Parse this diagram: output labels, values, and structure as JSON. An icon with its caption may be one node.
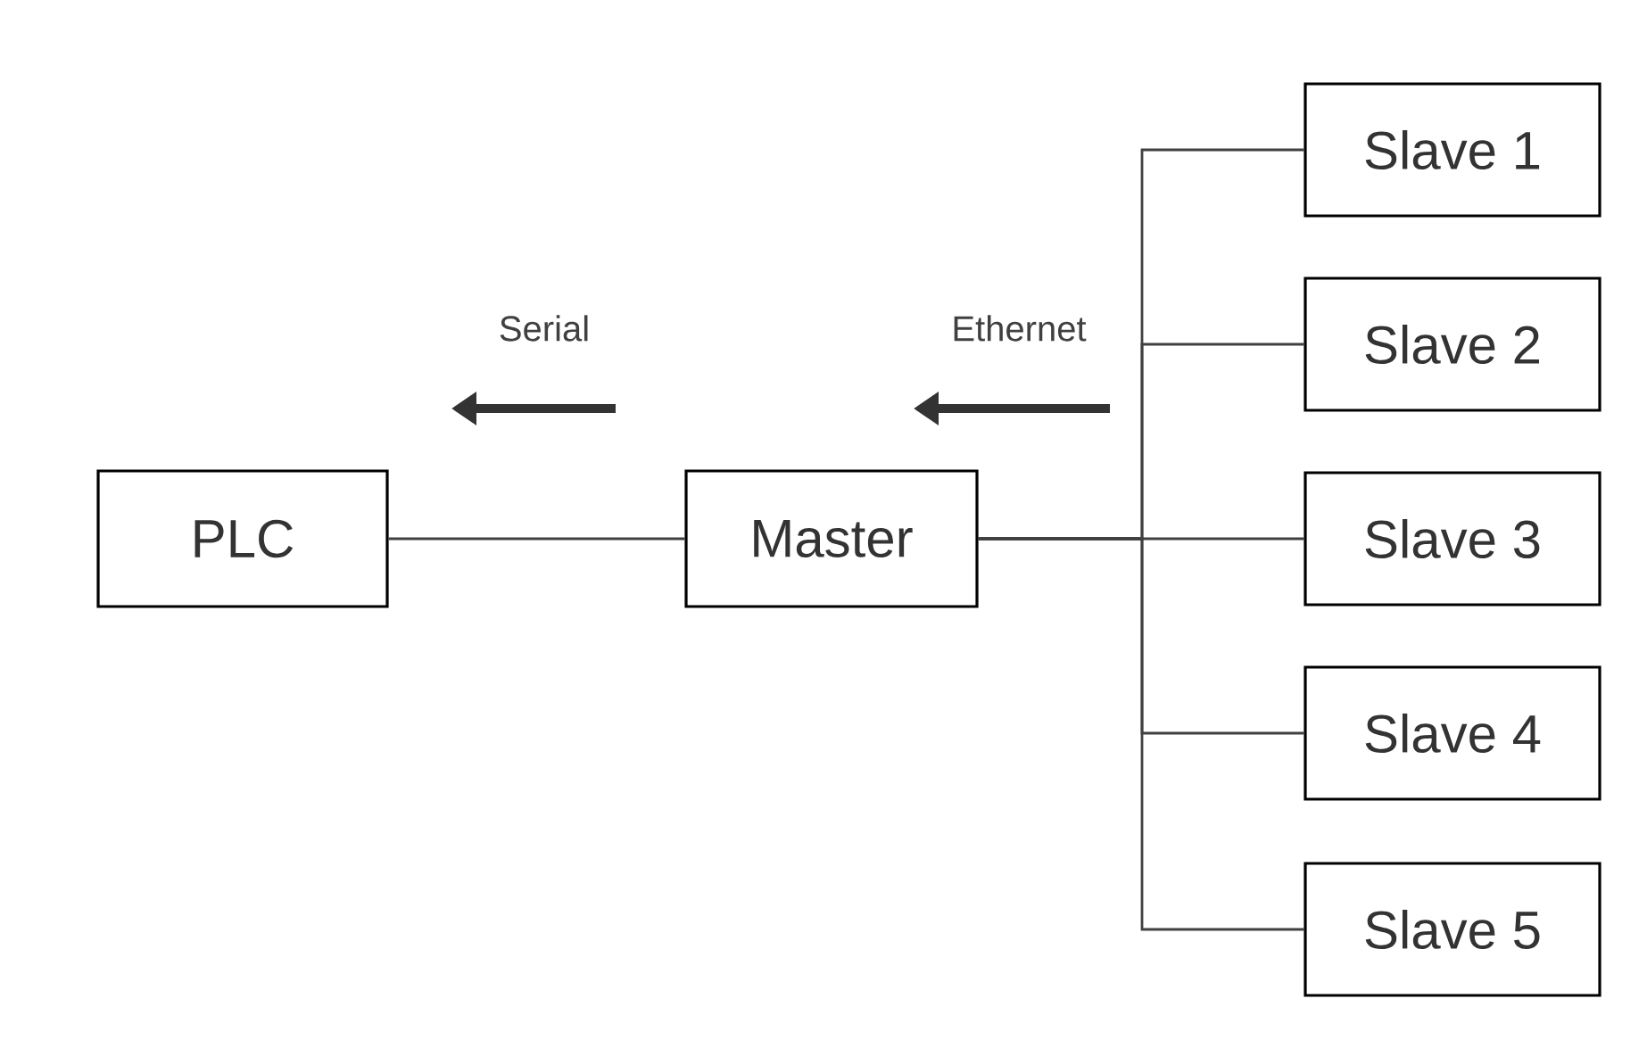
{
  "diagram": {
    "nodes": [
      {
        "text": [
          "PLC"
        ]
      },
      {
        "text": [
          "Master"
        ]
      },
      {
        "text": [
          "Slave 1"
        ]
      },
      {
        "text": [
          "Slave 2"
        ]
      },
      {
        "text": [
          "Slave 3"
        ]
      },
      {
        "text": [
          "Slave 4"
        ]
      },
      {
        "text": [
          "Slave 5"
        ]
      }
    ],
    "edges": [
      {
        "from": 0,
        "to": 1,
        "arrow": "none"
      },
      {
        "from": 1,
        "to": 2,
        "arrow": "none"
      },
      {
        "from": 1,
        "to": 3,
        "arrow": "none"
      },
      {
        "from": 1,
        "to": 4,
        "arrow": "none"
      },
      {
        "from": 1,
        "to": 5,
        "arrow": "none"
      },
      {
        "from": 1,
        "to": 6,
        "arrow": "none"
      }
    ],
    "labels": [
      "Serial",
      "Ethernet"
    ]
  }
}
